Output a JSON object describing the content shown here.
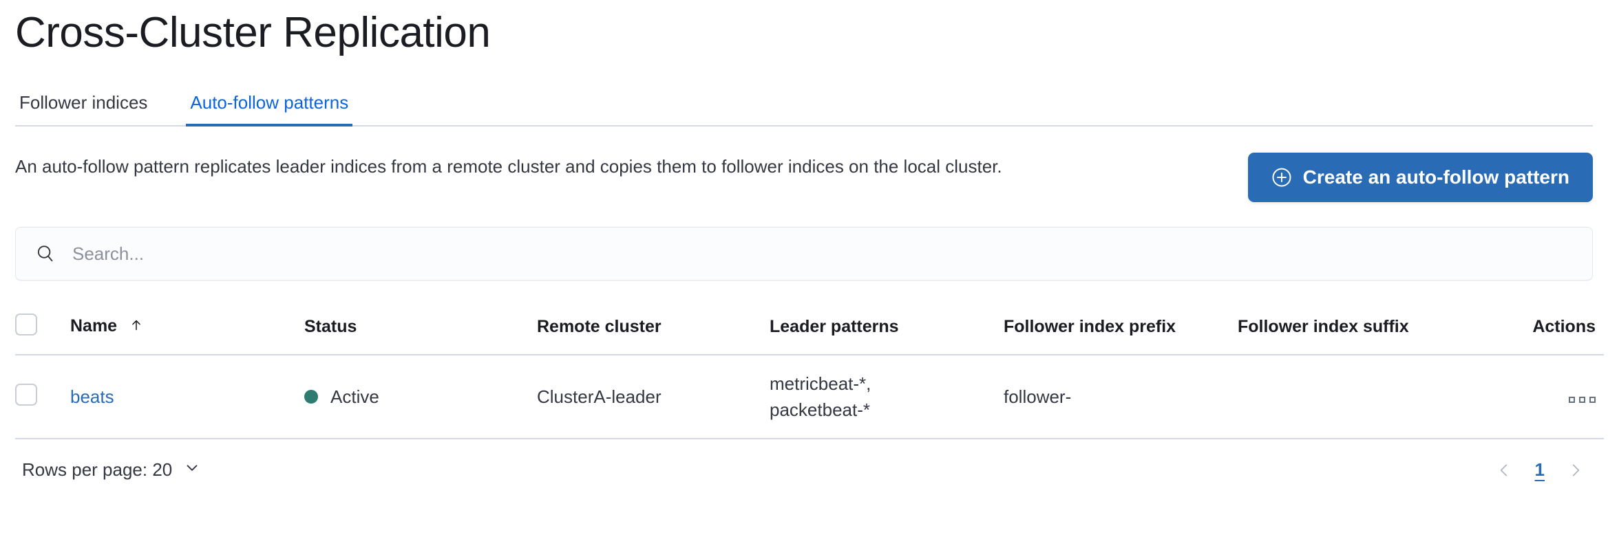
{
  "header": {
    "title": "Cross-Cluster Replication"
  },
  "tabs": [
    {
      "label": "Follower indices",
      "selected": false
    },
    {
      "label": "Auto-follow patterns",
      "selected": true
    }
  ],
  "intro": {
    "description": "An auto-follow pattern replicates leader indices from a remote cluster and copies them to follower indices on the local cluster.",
    "create_button_label": "Create an auto-follow pattern",
    "create_button_icon": "plus-in-circle-icon"
  },
  "search": {
    "placeholder": "Search...",
    "value": "",
    "icon": "search-icon"
  },
  "table": {
    "columns": [
      {
        "key": "name",
        "label": "Name",
        "sorted": true,
        "sort_direction": "asc",
        "sort_icon": "arrow-up-icon"
      },
      {
        "key": "status",
        "label": "Status"
      },
      {
        "key": "remote_cluster",
        "label": "Remote cluster"
      },
      {
        "key": "leader_patterns",
        "label": "Leader patterns"
      },
      {
        "key": "follower_index_prefix",
        "label": "Follower index prefix"
      },
      {
        "key": "follower_index_suffix",
        "label": "Follower index suffix"
      },
      {
        "key": "actions",
        "label": "Actions"
      }
    ],
    "rows": [
      {
        "name": "beats",
        "status": "Active",
        "status_color": "#2e7b6f",
        "remote_cluster": "ClusterA-leader",
        "leader_patterns": "metricbeat-*,\npacketbeat-*",
        "follower_index_prefix": "follower-",
        "follower_index_suffix": "",
        "actions_icon": "ellipsis-actions-icon"
      }
    ]
  },
  "footer": {
    "rows_per_page_label": "Rows per page: 20",
    "rows_per_page_icon": "chevron-down-icon",
    "prev_icon": "chevron-left-icon",
    "next_icon": "chevron-right-icon",
    "current_page": "1"
  },
  "colors": {
    "accent": "#2a6bb5",
    "link": "#2a6bb5",
    "status_active": "#2e7b6f",
    "border": "#d3dae6",
    "text": "#343741"
  }
}
